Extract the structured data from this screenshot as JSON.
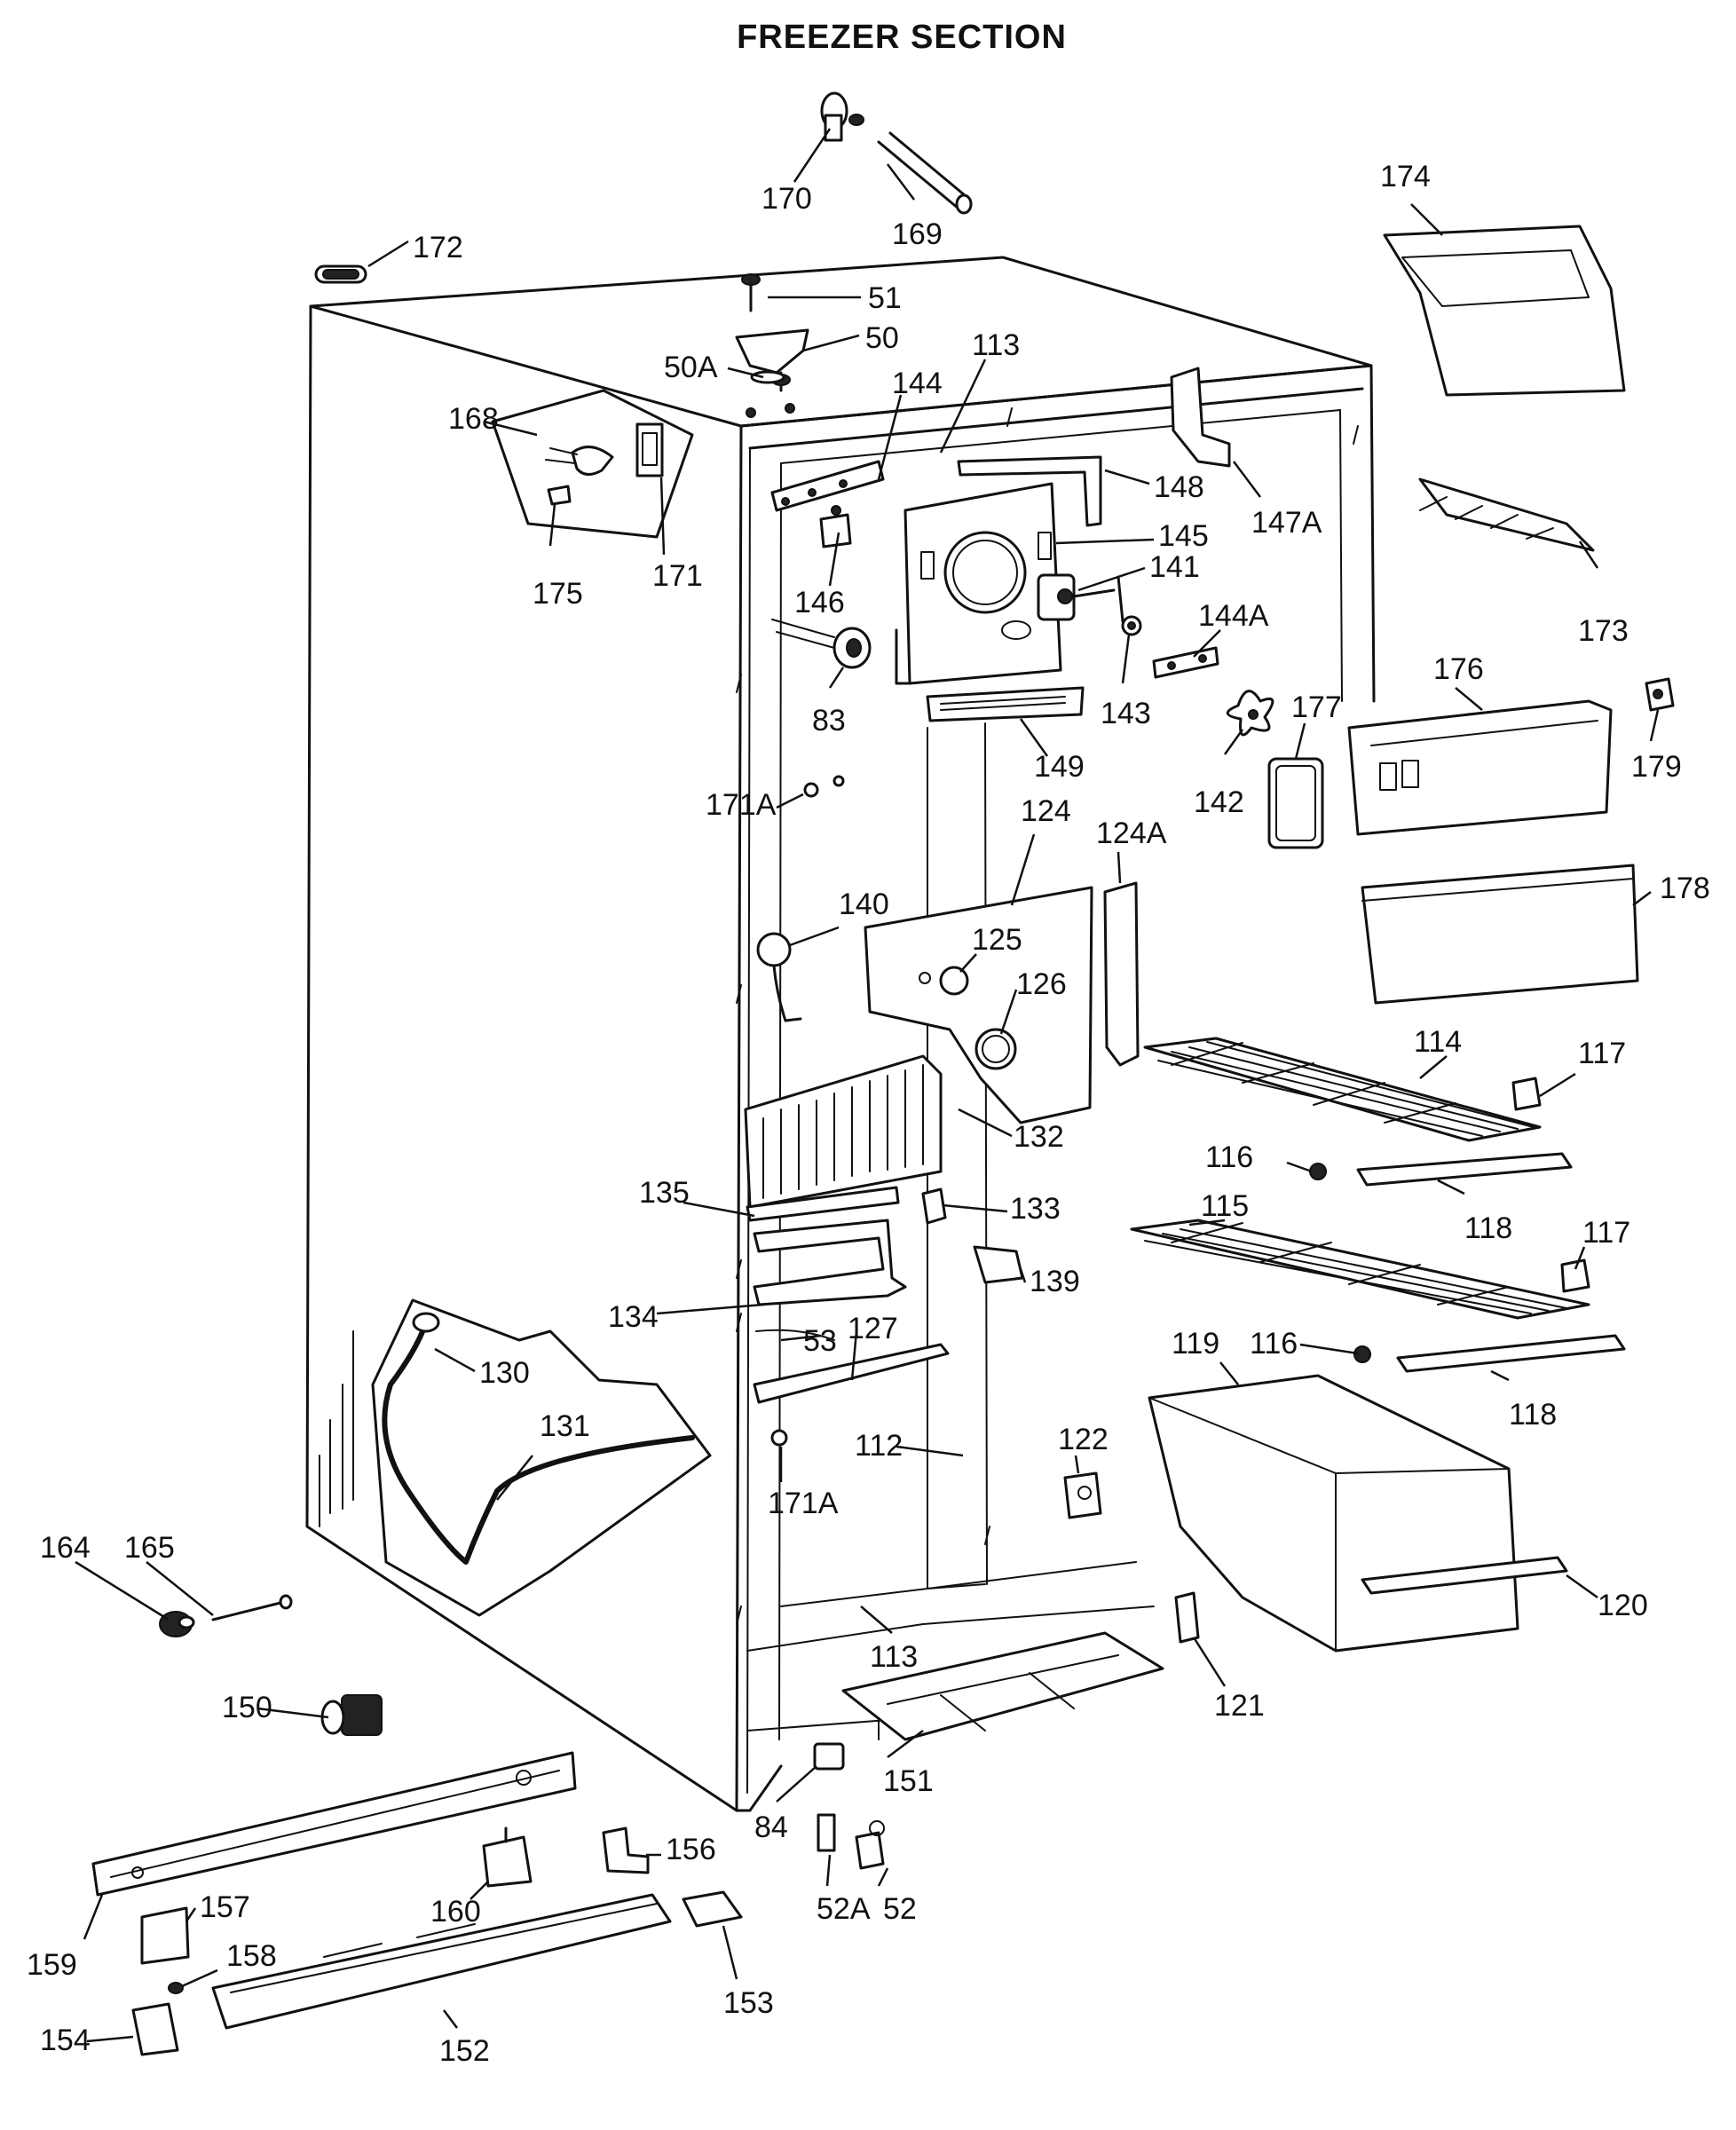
{
  "title": "FREEZER SECTION",
  "callouts": [
    {
      "id": "170",
      "text": "170"
    },
    {
      "id": "169",
      "text": "169"
    },
    {
      "id": "172",
      "text": "172"
    },
    {
      "id": "51",
      "text": "51"
    },
    {
      "id": "50",
      "text": "50"
    },
    {
      "id": "50A",
      "text": "50A"
    },
    {
      "id": "113-top",
      "text": "113"
    },
    {
      "id": "144",
      "text": "144"
    },
    {
      "id": "168",
      "text": "168"
    },
    {
      "id": "171",
      "text": "171"
    },
    {
      "id": "175",
      "text": "175"
    },
    {
      "id": "148",
      "text": "148"
    },
    {
      "id": "147A",
      "text": "147A"
    },
    {
      "id": "145",
      "text": "145"
    },
    {
      "id": "141",
      "text": "141"
    },
    {
      "id": "146",
      "text": "146"
    },
    {
      "id": "83",
      "text": "83"
    },
    {
      "id": "143",
      "text": "143"
    },
    {
      "id": "144A",
      "text": "144A"
    },
    {
      "id": "174",
      "text": "174"
    },
    {
      "id": "173",
      "text": "173"
    },
    {
      "id": "176",
      "text": "176"
    },
    {
      "id": "177",
      "text": "177"
    },
    {
      "id": "179",
      "text": "179"
    },
    {
      "id": "149",
      "text": "149"
    },
    {
      "id": "142",
      "text": "142"
    },
    {
      "id": "178",
      "text": "178"
    },
    {
      "id": "171A-upper",
      "text": "171A"
    },
    {
      "id": "124",
      "text": "124"
    },
    {
      "id": "124A",
      "text": "124A"
    },
    {
      "id": "140",
      "text": "140"
    },
    {
      "id": "125",
      "text": "125"
    },
    {
      "id": "126",
      "text": "126"
    },
    {
      "id": "114",
      "text": "114"
    },
    {
      "id": "117-upper",
      "text": "117"
    },
    {
      "id": "132",
      "text": "132"
    },
    {
      "id": "116-upper",
      "text": "116"
    },
    {
      "id": "135",
      "text": "135"
    },
    {
      "id": "133",
      "text": "133"
    },
    {
      "id": "115",
      "text": "115"
    },
    {
      "id": "118-upper",
      "text": "118"
    },
    {
      "id": "117-lower",
      "text": "117"
    },
    {
      "id": "139",
      "text": "139"
    },
    {
      "id": "134",
      "text": "134"
    },
    {
      "id": "53",
      "text": "53"
    },
    {
      "id": "127",
      "text": "127"
    },
    {
      "id": "130",
      "text": "130"
    },
    {
      "id": "119",
      "text": "119"
    },
    {
      "id": "116-lower",
      "text": "116"
    },
    {
      "id": "118-lower",
      "text": "118"
    },
    {
      "id": "131",
      "text": "131"
    },
    {
      "id": "112",
      "text": "112"
    },
    {
      "id": "122",
      "text": "122"
    },
    {
      "id": "171A-lower",
      "text": "171A"
    },
    {
      "id": "164",
      "text": "164"
    },
    {
      "id": "165",
      "text": "165"
    },
    {
      "id": "120",
      "text": "120"
    },
    {
      "id": "113-bottom",
      "text": "113"
    },
    {
      "id": "121",
      "text": "121"
    },
    {
      "id": "150",
      "text": "150"
    },
    {
      "id": "151",
      "text": "151"
    },
    {
      "id": "84",
      "text": "84"
    },
    {
      "id": "156",
      "text": "156"
    },
    {
      "id": "160",
      "text": "160"
    },
    {
      "id": "157",
      "text": "157"
    },
    {
      "id": "159",
      "text": "159"
    },
    {
      "id": "158",
      "text": "158"
    },
    {
      "id": "52A",
      "text": "52A"
    },
    {
      "id": "52",
      "text": "52"
    },
    {
      "id": "153",
      "text": "153"
    },
    {
      "id": "154",
      "text": "154"
    },
    {
      "id": "152",
      "text": "152"
    }
  ]
}
